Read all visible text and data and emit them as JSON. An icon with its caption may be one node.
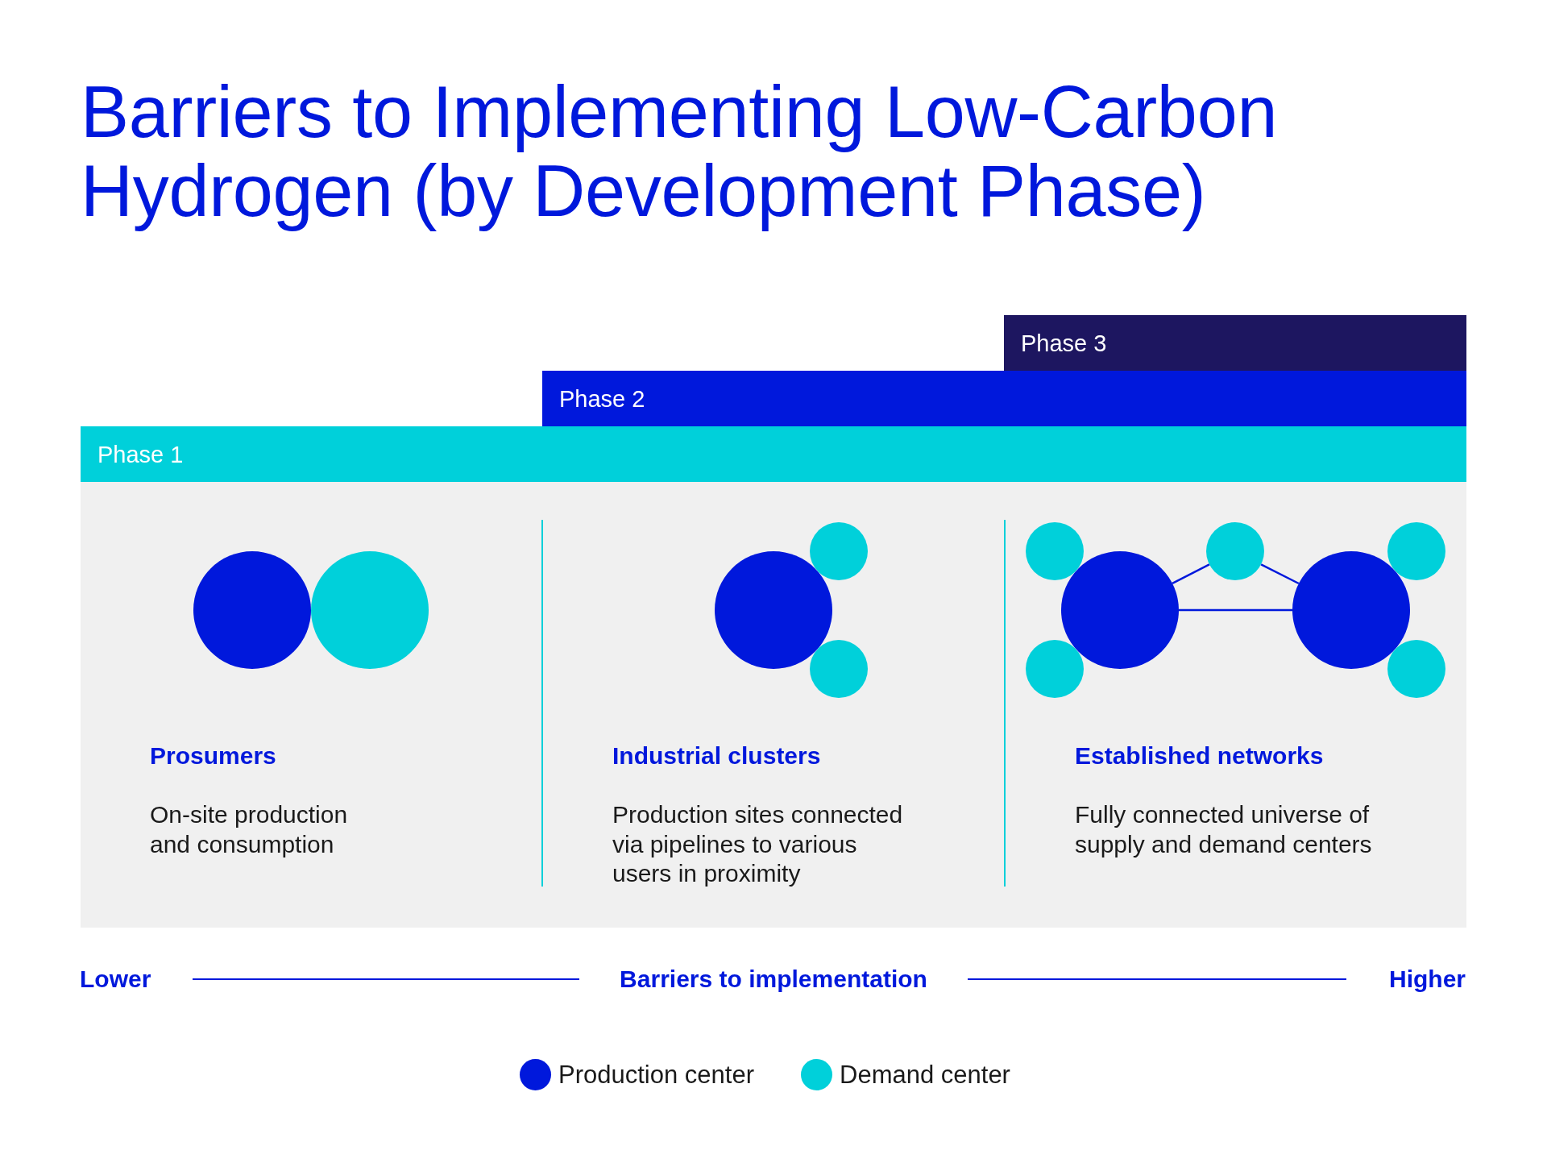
{
  "diagram": {
    "title": "Barriers to Implementing Low-Carbon Hydrogen (by Development Phase)",
    "nodes": [
      {
        "text": [
          "Phase 3"
        ]
      },
      {
        "text": [
          "Phase 2"
        ]
      },
      {
        "text": [
          "Phase 1"
        ]
      },
      {
        "text": [
          "Prosumers",
          "On-site production and consumption",
          "Industrial clusters",
          "Production sites connected via pipelines to various users in proximity",
          "Established networks",
          "Fully connected universe of supply and demand centers"
        ]
      },
      {
        "text": [],
        "shape": "circle",
        "in": 3
      },
      {
        "text": [],
        "shape": "circle",
        "in": 3
      },
      {
        "text": [],
        "shape": "circle",
        "in": 3
      },
      {
        "text": [],
        "shape": "circle",
        "in": 3
      },
      {
        "text": [],
        "shape": "circle",
        "in": 3
      },
      {
        "text": [],
        "shape": "circle",
        "in": 3
      },
      {
        "text": [],
        "shape": "circle",
        "in": 3
      },
      {
        "text": [],
        "shape": "circle",
        "in": 3
      },
      {
        "text": [],
        "shape": "circle",
        "in": 3
      },
      {
        "text": [],
        "shape": "circle",
        "in": 3
      },
      {
        "text": [],
        "shape": "circle",
        "in": 3
      },
      {
        "text": [],
        "shape": "circle",
        "in": 3
      }
    ],
    "edges": [
      {
        "from": 12,
        "to": 10,
        "arrow": "none"
      },
      {
        "from": 10,
        "to": 13,
        "arrow": "none"
      },
      {
        "from": 12,
        "to": 13,
        "arrow": "none"
      }
    ],
    "labels": [
      "Lower",
      "Barriers to implementation",
      "Higher"
    ],
    "legend": [
      {
        "text": "Production center",
        "color": "#0018dc"
      },
      {
        "text": "Demand center",
        "color": "#00d0da"
      }
    ]
  }
}
